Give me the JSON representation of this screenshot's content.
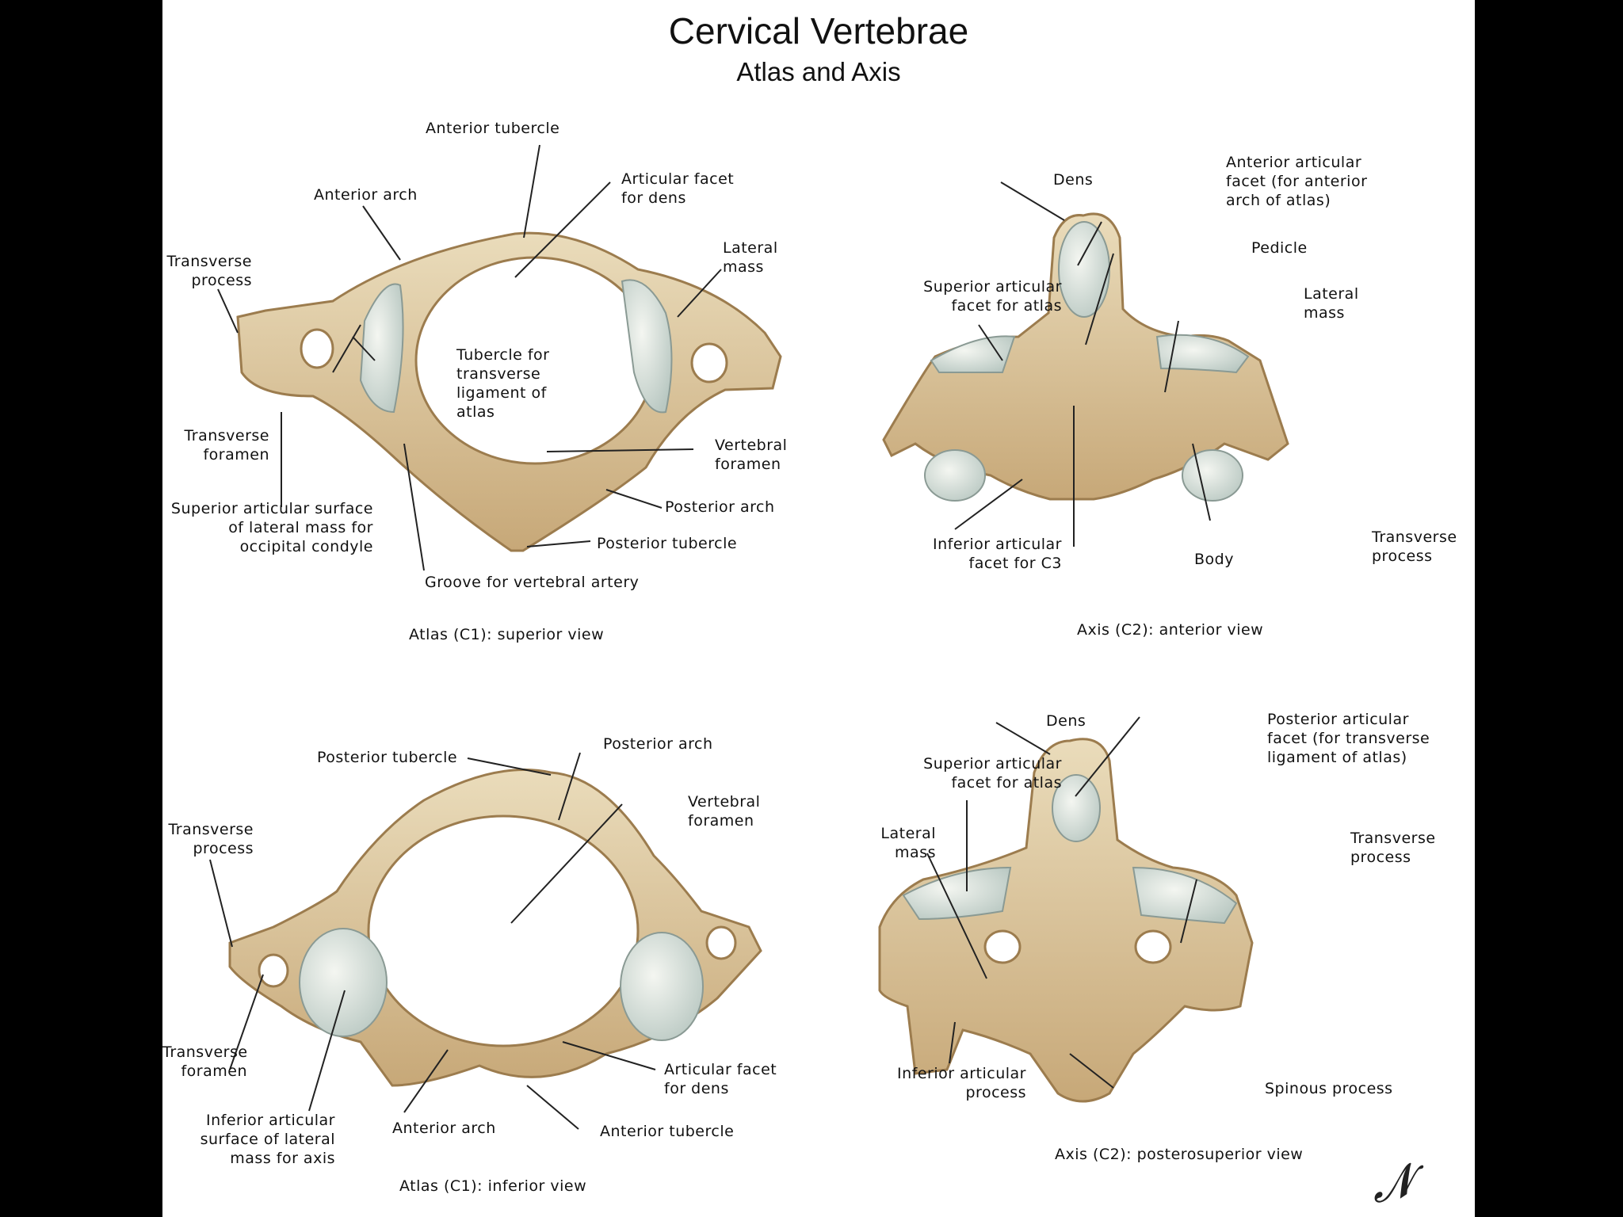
{
  "title": "Cervical Vertebrae",
  "subtitle": "Atlas and Axis",
  "colors": {
    "bone": "#d6bf93",
    "bone_light": "#eadcbb",
    "bone_dark": "#9c7c4e",
    "facet": "#e8ece6",
    "facet_shade": "#bcc9c3",
    "line": "#222222"
  },
  "atlas_superior": {
    "caption": "Atlas (C1): superior view",
    "labels": {
      "anterior_tubercle": "Anterior tubercle",
      "anterior_arch": "Anterior arch",
      "articular_facet_dens": "Articular facet\nfor dens",
      "transverse_process": "Transverse\nprocess",
      "lateral_mass": "Lateral\nmass",
      "tubercle_transverse_ligament": "Tubercle for\ntransverse\nligament of\natlas",
      "transverse_foramen": "Transverse\nforamen",
      "vertebral_foramen": "Vertebral\nforamen",
      "superior_articular_surface": "Superior articular surface\nof lateral mass for\noccipital condyle",
      "posterior_arch": "Posterior arch",
      "posterior_tubercle": "Posterior tubercle",
      "groove_vertebral_artery": "Groove for vertebral artery"
    }
  },
  "axis_anterior": {
    "caption": "Axis (C2):  anterior view",
    "labels": {
      "dens": "Dens",
      "anterior_articular_facet": "Anterior articular\nfacet (for anterior\narch of atlas)",
      "pedicle": "Pedicle",
      "superior_articular_facet": "Superior articular\nfacet for atlas",
      "lateral_mass": "Lateral\nmass",
      "inferior_articular_facet": "Inferior articular\nfacet for C3",
      "body": "Body",
      "transverse_process": "Transverse\nprocess"
    }
  },
  "atlas_inferior": {
    "caption": "Atlas (C1): inferior view",
    "labels": {
      "posterior_tubercle": "Posterior tubercle",
      "posterior_arch": "Posterior arch",
      "vertebral_foramen": "Vertebral\nforamen",
      "transverse_process": "Transverse\nprocess",
      "transverse_foramen": "Transverse\nforamen",
      "articular_facet_dens": "Articular facet\nfor dens",
      "inferior_articular_surface": "Inferior articular\nsurface of lateral\nmass for axis",
      "anterior_arch": "Anterior arch",
      "anterior_tubercle": "Anterior tubercle"
    }
  },
  "axis_posterosuperior": {
    "caption": "Axis (C2):  posterosuperior view",
    "labels": {
      "dens": "Dens",
      "posterior_articular_facet": "Posterior articular\nfacet (for transverse\nligament of atlas)",
      "superior_articular_facet": "Superior articular\nfacet for atlas",
      "lateral_mass": "Lateral\nmass",
      "transverse_process": "Transverse\nprocess",
      "inferior_articular_process": "Inferior articular\nprocess",
      "spinous_process": "Spinous process"
    }
  }
}
